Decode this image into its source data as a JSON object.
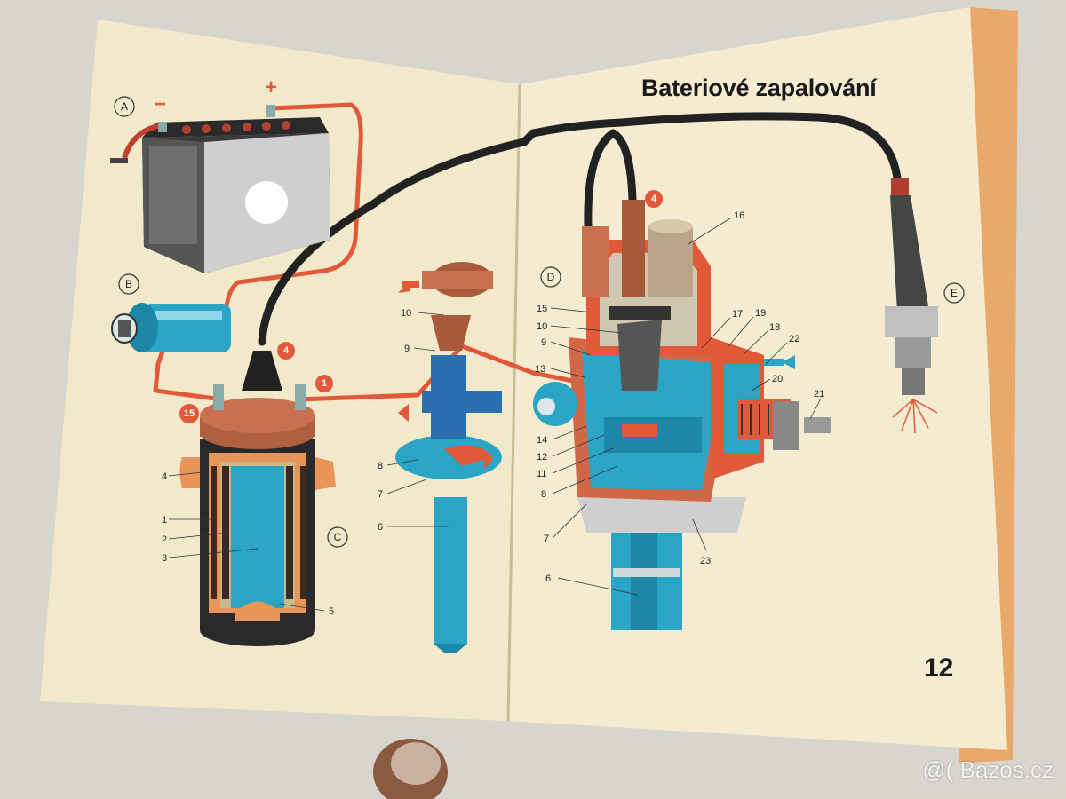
{
  "page": {
    "title": "Bateriové zapalování",
    "number": "12"
  },
  "watermark": "@( Bazos.cz",
  "component_markers": [
    "A",
    "B",
    "C",
    "D",
    "E"
  ],
  "terminal_markers": [
    "4",
    "1",
    "15",
    "4"
  ],
  "battery_signs": {
    "minus": "−",
    "plus": "+"
  },
  "part_numbers": {
    "coil": [
      "4",
      "1",
      "2",
      "3",
      "5"
    ],
    "breaker": [
      "10",
      "9",
      "8",
      "7",
      "6"
    ],
    "distributor": [
      "16",
      "15",
      "10",
      "9",
      "13",
      "14",
      "12",
      "11",
      "8",
      "7",
      "6",
      "17",
      "19",
      "18",
      "22",
      "20",
      "21",
      "23"
    ]
  },
  "colors": {
    "paper": "#f3e9cc",
    "wire_red": "#e05a3a",
    "cable": "#222222",
    "cyan": "#2aa5c6",
    "copper": "#b06040"
  }
}
